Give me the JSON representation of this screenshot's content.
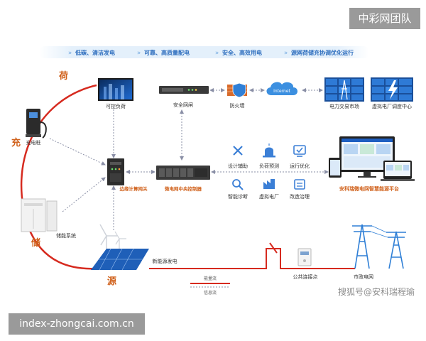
{
  "header_banner": {
    "items": [
      "低碳、清洁发电",
      "可靠、高质量配电",
      "安全、高效用电",
      "源网荷储充协调优化运行"
    ]
  },
  "side_labels": {
    "load": "荷",
    "charge": "充",
    "storage": "储",
    "source": "源"
  },
  "nodes": {
    "controllable_load": "可控负荷",
    "security_gateway": "安全网闸",
    "firewall": "防火墙",
    "internet": "Internet",
    "power_trading": "电力交易市场",
    "vpp_center": "虚拟电厂调度中心",
    "charging_pile": "充电桩",
    "edge_gateway": "边缘计算网关",
    "central_controller": "微电网中央控制器",
    "storage_system": "储能系统",
    "new_energy": "新能源发电",
    "pcc": "公共连接点",
    "utility_grid": "市政电网",
    "platform": "安科瑞微电网智慧能源平台"
  },
  "functions": [
    "设计辅助",
    "负荷预测",
    "运行优化",
    "智能诊断",
    "虚拟电厂",
    "改造治理"
  ],
  "legend": {
    "energy_flow": "能量流",
    "info_flow": "信息流"
  },
  "watermarks": {
    "top_right": "中彩网团队",
    "bottom_left": "index-zhongcai.com.cn",
    "bottom_right": "搜狐号@安科瑞程瑜"
  },
  "colors": {
    "energy_line": "#d62a1f",
    "info_line": "#8a8fa6",
    "accent_label": "#d0611b",
    "banner_text": "#2f6fbf",
    "banner_bg": "#e7f1fb",
    "icon_blue": "#3b7fd6",
    "screen_blue": "#1e5fc1"
  }
}
